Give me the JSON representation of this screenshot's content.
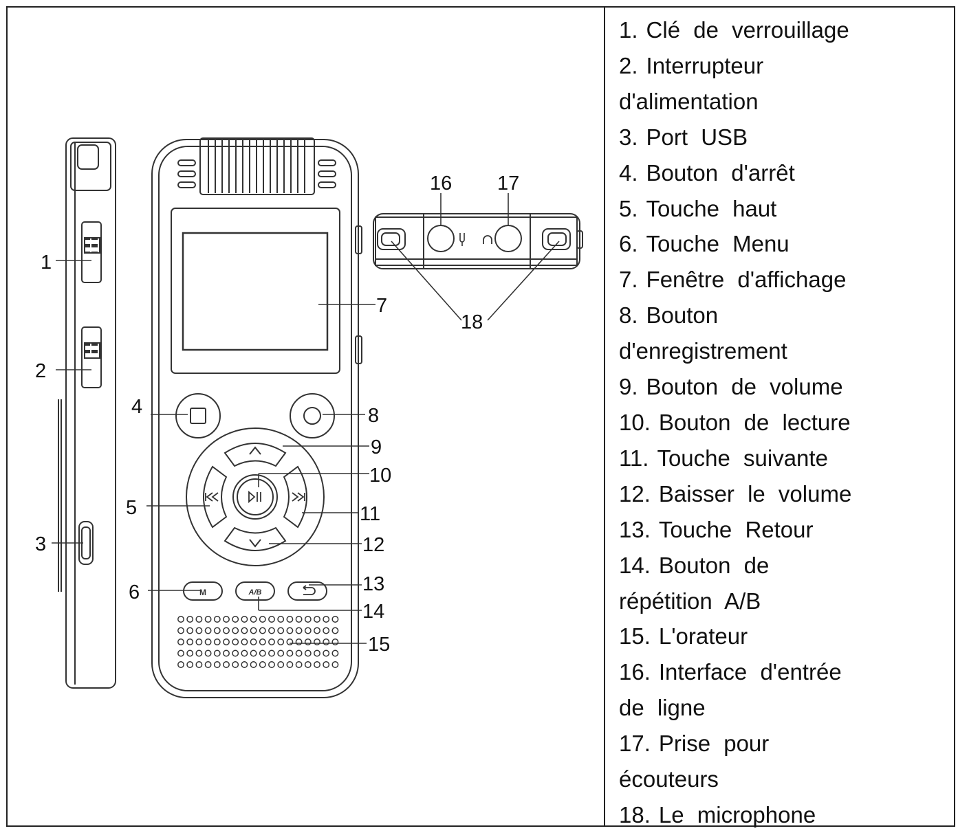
{
  "callouts": {
    "c1": "1",
    "c2": "2",
    "c3": "3",
    "c4": "4",
    "c5": "5",
    "c6": "6",
    "c7": "7",
    "c8": "8",
    "c9": "9",
    "c10": "10",
    "c11": "11",
    "c12": "12",
    "c13": "13",
    "c14": "14",
    "c15": "15",
    "c16": "16",
    "c17": "17",
    "c18": "18"
  },
  "legend": [
    {
      "num": "1.",
      "lines": [
        "Clé de verrouillage"
      ]
    },
    {
      "num": "2.",
      "lines": [
        "Interrupteur",
        "d'alimentation"
      ]
    },
    {
      "num": "3.",
      "lines": [
        "Port USB"
      ]
    },
    {
      "num": "4.",
      "lines": [
        "Bouton d'arrêt"
      ]
    },
    {
      "num": "5.",
      "lines": [
        "Touche haut"
      ]
    },
    {
      "num": "6.",
      "lines": [
        "Touche Menu"
      ]
    },
    {
      "num": "7.",
      "lines": [
        "Fenêtre d'affichage"
      ]
    },
    {
      "num": "8.",
      "lines": [
        "Bouton",
        "d'enregistrement"
      ]
    },
    {
      "num": "9.",
      "lines": [
        "Bouton de volume"
      ]
    },
    {
      "num": "10.",
      "lines": [
        "Bouton de lecture"
      ]
    },
    {
      "num": "11.",
      "lines": [
        "Touche suivante"
      ]
    },
    {
      "num": "12.",
      "lines": [
        "Baisser le volume"
      ]
    },
    {
      "num": "13.",
      "lines": [
        "Touche Retour"
      ]
    },
    {
      "num": "14.",
      "lines": [
        "Bouton de",
        "répétition A/B"
      ]
    },
    {
      "num": "15.",
      "lines": [
        "L'orateur"
      ]
    },
    {
      "num": "16.",
      "lines": [
        "Interface d'entrée",
        "de ligne"
      ]
    },
    {
      "num": "17.",
      "lines": [
        "Prise pour",
        "écouteurs"
      ]
    },
    {
      "num": "18.",
      "lines": [
        "Le microphone"
      ]
    }
  ],
  "button_glyphs": {
    "menu": "M",
    "ab": "A/B"
  }
}
